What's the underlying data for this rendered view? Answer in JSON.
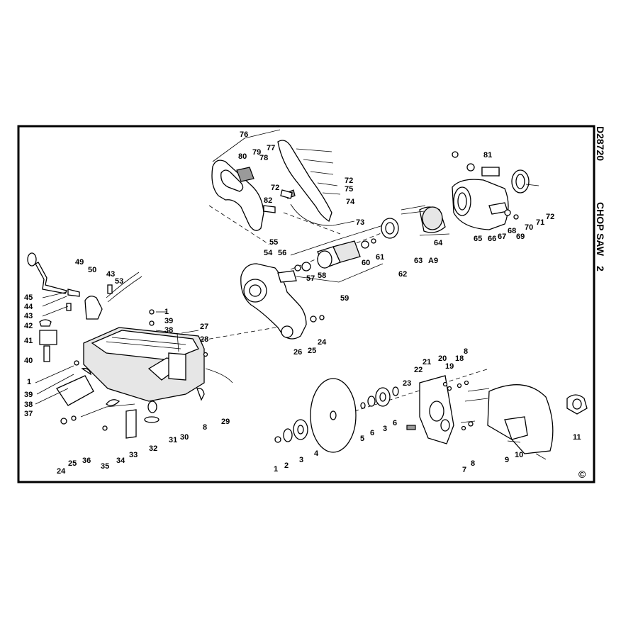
{
  "model": "D28720",
  "product_name": "CHOP SAW",
  "sheet_number": "2",
  "copyright_symbol": "©",
  "part_labels": {
    "p1a": "1",
    "p1b": "1",
    "p1c": "1",
    "p2": "2",
    "p3a": "3",
    "p3b": "3",
    "p4": "4",
    "p5": "5",
    "p6a": "6",
    "p6b": "6",
    "p7": "7",
    "p8a": "8",
    "p8b": "8",
    "p8c": "8",
    "p9": "9",
    "p10": "10",
    "p11": "11",
    "p18": "18",
    "p19": "19",
    "p20": "20",
    "p21": "21",
    "p22": "22",
    "p23": "23",
    "p24a": "24",
    "p24b": "24",
    "p25a": "25",
    "p25b": "25",
    "p26": "26",
    "p27": "27",
    "p28": "28",
    "p29": "29",
    "p30": "30",
    "p31": "31",
    "p32": "32",
    "p33": "33",
    "p34": "34",
    "p35": "35",
    "p36": "36",
    "p37": "37",
    "p38a": "38",
    "p38b": "38",
    "p39a": "39",
    "p39b": "39",
    "p40": "40",
    "p41": "41",
    "p42": "42",
    "p43a": "43",
    "p43b": "43",
    "p44": "44",
    "p45": "45",
    "p49": "49",
    "p50": "50",
    "p53": "53",
    "p54": "54",
    "p55": "55",
    "p56": "56",
    "p57": "57",
    "p58": "58",
    "p59": "59",
    "p60": "60",
    "p61": "61",
    "p62": "62",
    "p63": "63",
    "pA9": "A9",
    "p64": "64",
    "p65": "65",
    "p66": "66",
    "p67": "67",
    "p68": "68",
    "p69": "69",
    "p70": "70",
    "p71": "71",
    "p72a": "72",
    "p72b": "72",
    "p72c": "72",
    "p73": "73",
    "p74": "74",
    "p75": "75",
    "p76": "76",
    "p77": "77",
    "p78": "78",
    "p79": "79",
    "p80": "80",
    "p81": "81",
    "p82": "82"
  }
}
